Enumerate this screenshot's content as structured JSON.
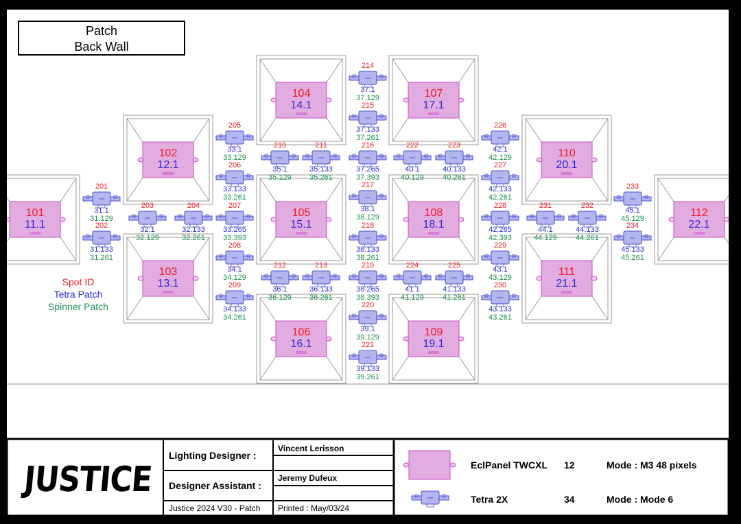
{
  "title": {
    "line1": "Patch",
    "line2": "Back Wall"
  },
  "legend": {
    "spot_id": "Spot ID",
    "tetra_patch": "Tetra Patch",
    "spinner_patch": "Spinner Patch"
  },
  "colors": {
    "spot_id": "#ee1c24",
    "tetra": "#2b2bd6",
    "spinner": "#1a9150",
    "panel_fill": "#e3ace0",
    "panel_stroke": "#c64bc6",
    "tetra_fill": "#b4b6ee",
    "tetra_stroke": "#4a4fd0"
  },
  "panels": [
    {
      "id": "101",
      "patch": "11.1"
    },
    {
      "id": "102",
      "patch": "12.1"
    },
    {
      "id": "103",
      "patch": "13.1"
    },
    {
      "id": "104",
      "patch": "14.1"
    },
    {
      "id": "105",
      "patch": "15.1"
    },
    {
      "id": "106",
      "patch": "16.1"
    },
    {
      "id": "107",
      "patch": "17.1"
    },
    {
      "id": "108",
      "patch": "18.1"
    },
    {
      "id": "109",
      "patch": "19.1"
    },
    {
      "id": "110",
      "patch": "20.1"
    },
    {
      "id": "111",
      "patch": "21.1"
    },
    {
      "id": "112",
      "patch": "22.1"
    }
  ],
  "tetras": [
    {
      "id": "201",
      "tetra": "31.1",
      "spinner": "31.129"
    },
    {
      "id": "202",
      "tetra": "31.133",
      "spinner": "31.261"
    },
    {
      "id": "203",
      "tetra": "32.1",
      "spinner": "32.129"
    },
    {
      "id": "204",
      "tetra": "32.133",
      "spinner": "32.261"
    },
    {
      "id": "205",
      "tetra": "33.1",
      "spinner": "33.129"
    },
    {
      "id": "206",
      "tetra": "33.133",
      "spinner": "33.261"
    },
    {
      "id": "207",
      "tetra": "33.265",
      "spinner": "33.393"
    },
    {
      "id": "208",
      "tetra": "34.1",
      "spinner": "34.129"
    },
    {
      "id": "209",
      "tetra": "34.133",
      "spinner": "34.261"
    },
    {
      "id": "210",
      "tetra": "35.1",
      "spinner": "35.129"
    },
    {
      "id": "211",
      "tetra": "35.133",
      "spinner": "35.261"
    },
    {
      "id": "212",
      "tetra": "36.1",
      "spinner": "36.129"
    },
    {
      "id": "213",
      "tetra": "36.133",
      "spinner": "36.261"
    },
    {
      "id": "214",
      "tetra": "37.1",
      "spinner": "37.129"
    },
    {
      "id": "215",
      "tetra": "37.133",
      "spinner": "37.261"
    },
    {
      "id": "216",
      "tetra": "37.265",
      "spinner": "37.393"
    },
    {
      "id": "217",
      "tetra": "38.1",
      "spinner": "38.129"
    },
    {
      "id": "218",
      "tetra": "38.133",
      "spinner": "38.261"
    },
    {
      "id": "219",
      "tetra": "38.265",
      "spinner": "38.393"
    },
    {
      "id": "220",
      "tetra": "39.1",
      "spinner": "39.129"
    },
    {
      "id": "221",
      "tetra": "39.133",
      "spinner": "39.261"
    },
    {
      "id": "222",
      "tetra": "40.1",
      "spinner": "40.129"
    },
    {
      "id": "223",
      "tetra": "40.133",
      "spinner": "40.261"
    },
    {
      "id": "224",
      "tetra": "41.1",
      "spinner": "41.129"
    },
    {
      "id": "225",
      "tetra": "41.133",
      "spinner": "41.261"
    },
    {
      "id": "226",
      "tetra": "42.1",
      "spinner": "42.129"
    },
    {
      "id": "227",
      "tetra": "42.133",
      "spinner": "42.261"
    },
    {
      "id": "228",
      "tetra": "42.265",
      "spinner": "42.393"
    },
    {
      "id": "229",
      "tetra": "43.1",
      "spinner": "43.129"
    },
    {
      "id": "230",
      "tetra": "43.133",
      "spinner": "43.261"
    },
    {
      "id": "231",
      "tetra": "44.1",
      "spinner": "44.129"
    },
    {
      "id": "232",
      "tetra": "44.133",
      "spinner": "44.261"
    },
    {
      "id": "233",
      "tetra": "45.1",
      "spinner": "45.129"
    },
    {
      "id": "234",
      "tetra": "45.133",
      "spinner": "45.261"
    }
  ],
  "title_block": {
    "logo": "JUSTICE",
    "lighting_designer_label": "Lighting Designer :",
    "lighting_designer": "Vincent Lerisson",
    "designer_assistant_label": "Designer Assistant :",
    "designer_assistant": "Jeremy Dufeux",
    "file": "Justice 2024 V30 - Patch",
    "printed": "Printed : May/03/24"
  },
  "fixture_legend": [
    {
      "name": "EclPanel TWCXL",
      "count": "12",
      "mode": "Mode : M3 48 pixels"
    },
    {
      "name": "Tetra 2X",
      "count": "34",
      "mode": "Mode : Mode 6"
    }
  ]
}
